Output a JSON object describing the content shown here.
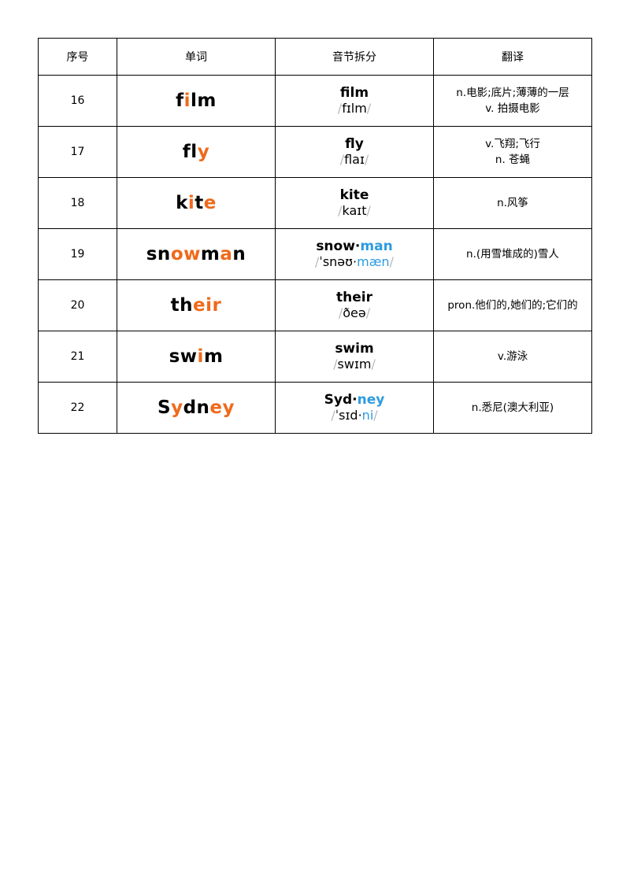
{
  "headers": [
    "序号",
    "单词",
    "音节拆分",
    "翻译"
  ],
  "rows": [
    {
      "num": "16",
      "word": [
        {
          "t": "f",
          "h": false
        },
        {
          "t": "i",
          "h": true
        },
        {
          "t": "lm",
          "h": false
        }
      ],
      "syllables": [
        {
          "t": "film",
          "b": false
        }
      ],
      "ipa": [
        {
          "t": "fɪlm",
          "b": false
        }
      ],
      "translation": [
        "n.电影;底片;薄薄的一层",
        "v. 拍摄电影"
      ]
    },
    {
      "num": "17",
      "word": [
        {
          "t": "fl",
          "h": false
        },
        {
          "t": "y",
          "h": true
        }
      ],
      "syllables": [
        {
          "t": "fly",
          "b": false
        }
      ],
      "ipa": [
        {
          "t": "flaɪ",
          "b": false
        }
      ],
      "translation": [
        "v.飞翔;飞行",
        "n. 苍蝇"
      ]
    },
    {
      "num": "18",
      "word": [
        {
          "t": "k",
          "h": false
        },
        {
          "t": "i",
          "h": true
        },
        {
          "t": "t",
          "h": false
        },
        {
          "t": "e",
          "h": true
        }
      ],
      "syllables": [
        {
          "t": "kite",
          "b": false
        }
      ],
      "ipa": [
        {
          "t": "kaɪt",
          "b": false
        }
      ],
      "translation": [
        "n.风筝"
      ]
    },
    {
      "num": "19",
      "word": [
        {
          "t": "sn",
          "h": false
        },
        {
          "t": "ow",
          "h": true
        },
        {
          "t": "m",
          "h": false
        },
        {
          "t": "a",
          "h": true
        },
        {
          "t": "n",
          "h": false
        }
      ],
      "syllables": [
        {
          "t": "snow",
          "b": false
        },
        {
          "t": "man",
          "b": true
        }
      ],
      "ipa": [
        {
          "t": "ˈsnəʊ",
          "b": false
        },
        {
          "t": "mæn",
          "b": true
        }
      ],
      "translation": [
        "n.(用雪堆成的)雪人"
      ]
    },
    {
      "num": "20",
      "word": [
        {
          "t": "th",
          "h": false
        },
        {
          "t": "eir",
          "h": true
        }
      ],
      "syllables": [
        {
          "t": "their",
          "b": false
        }
      ],
      "ipa": [
        {
          "t": "ðeə",
          "b": false
        }
      ],
      "translation": [
        "pron.他们的,她们的;它们的"
      ]
    },
    {
      "num": "21",
      "word": [
        {
          "t": "sw",
          "h": false
        },
        {
          "t": "i",
          "h": true
        },
        {
          "t": "m",
          "h": false
        }
      ],
      "syllables": [
        {
          "t": "swim",
          "b": false
        }
      ],
      "ipa": [
        {
          "t": "swɪm",
          "b": false
        }
      ],
      "translation": [
        "v.游泳"
      ]
    },
    {
      "num": "22",
      "word": [
        {
          "t": "S",
          "h": false
        },
        {
          "t": "y",
          "h": true
        },
        {
          "t": "dn",
          "h": false
        },
        {
          "t": "ey",
          "h": true
        }
      ],
      "syllables": [
        {
          "t": "Syd",
          "b": false
        },
        {
          "t": "ney",
          "b": true
        }
      ],
      "ipa": [
        {
          "t": "ˈsɪd",
          "b": false
        },
        {
          "t": "ni",
          "b": true
        }
      ],
      "translation": [
        "n.悉尼(澳大利亚)"
      ]
    }
  ],
  "colors": {
    "highlight": "#ee6a1b",
    "syllable_blue": "#2c9be0",
    "slash_gray": "#b9b9b9"
  }
}
